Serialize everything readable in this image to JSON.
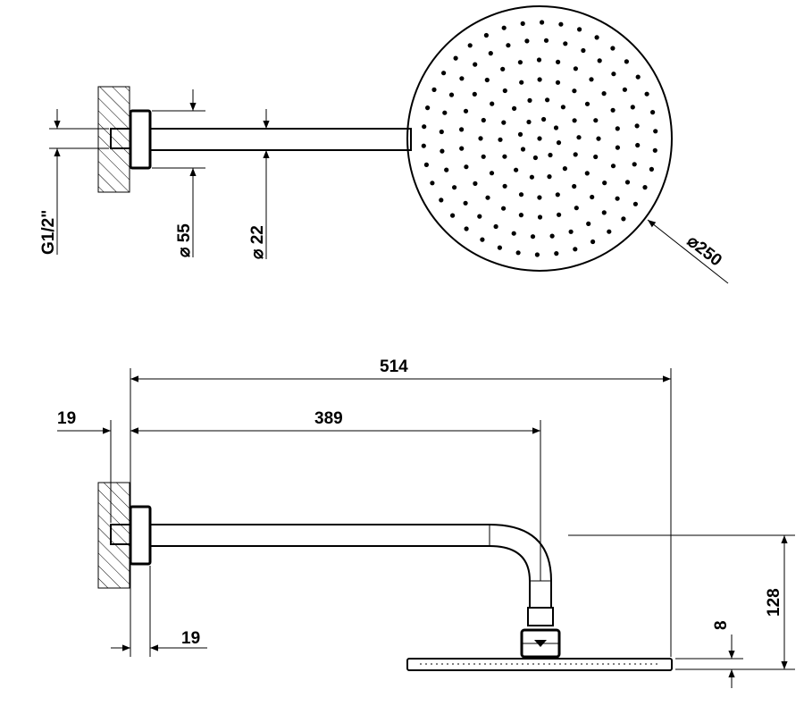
{
  "top_view": {
    "thread_label": "G1/2\"",
    "flange_diameter_label": "⌀ 55",
    "pipe_diameter_label": "⌀ 22",
    "head_diameter_label": "⌀250"
  },
  "side_view": {
    "total_length_label": "514",
    "arm_length_label": "389",
    "wall_offset_top_label": "19",
    "wall_offset_bottom_label": "19",
    "drop_height_label": "128",
    "head_thickness_label": "8"
  }
}
